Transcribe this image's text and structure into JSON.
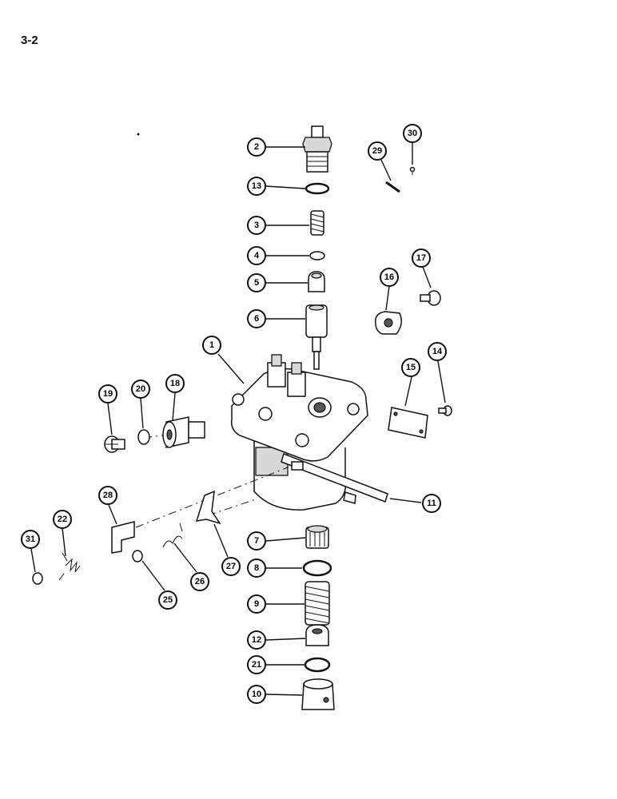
{
  "page": {
    "label": "3-2"
  },
  "callouts": [
    {
      "id": "c1",
      "label": "1"
    },
    {
      "id": "c2",
      "label": "2"
    },
    {
      "id": "c3",
      "label": "3"
    },
    {
      "id": "c4",
      "label": "4"
    },
    {
      "id": "c5",
      "label": "5"
    },
    {
      "id": "c6",
      "label": "6"
    },
    {
      "id": "c7",
      "label": "7"
    },
    {
      "id": "c8",
      "label": "8"
    },
    {
      "id": "c9",
      "label": "9"
    },
    {
      "id": "c10",
      "label": "10"
    },
    {
      "id": "c11",
      "label": "11"
    },
    {
      "id": "c12",
      "label": "12"
    },
    {
      "id": "c13",
      "label": "13"
    },
    {
      "id": "c14",
      "label": "14"
    },
    {
      "id": "c15",
      "label": "15"
    },
    {
      "id": "c16",
      "label": "16"
    },
    {
      "id": "c17",
      "label": "17"
    },
    {
      "id": "c18",
      "label": "18"
    },
    {
      "id": "c19",
      "label": "19"
    },
    {
      "id": "c20",
      "label": "20"
    },
    {
      "id": "c21",
      "label": "21"
    },
    {
      "id": "c22",
      "label": "22"
    },
    {
      "id": "c25",
      "label": "25"
    },
    {
      "id": "c26",
      "label": "26"
    },
    {
      "id": "c27",
      "label": "27"
    },
    {
      "id": "c28",
      "label": "28"
    },
    {
      "id": "c29",
      "label": "29"
    },
    {
      "id": "c30",
      "label": "30"
    },
    {
      "id": "c31",
      "label": "31"
    }
  ]
}
